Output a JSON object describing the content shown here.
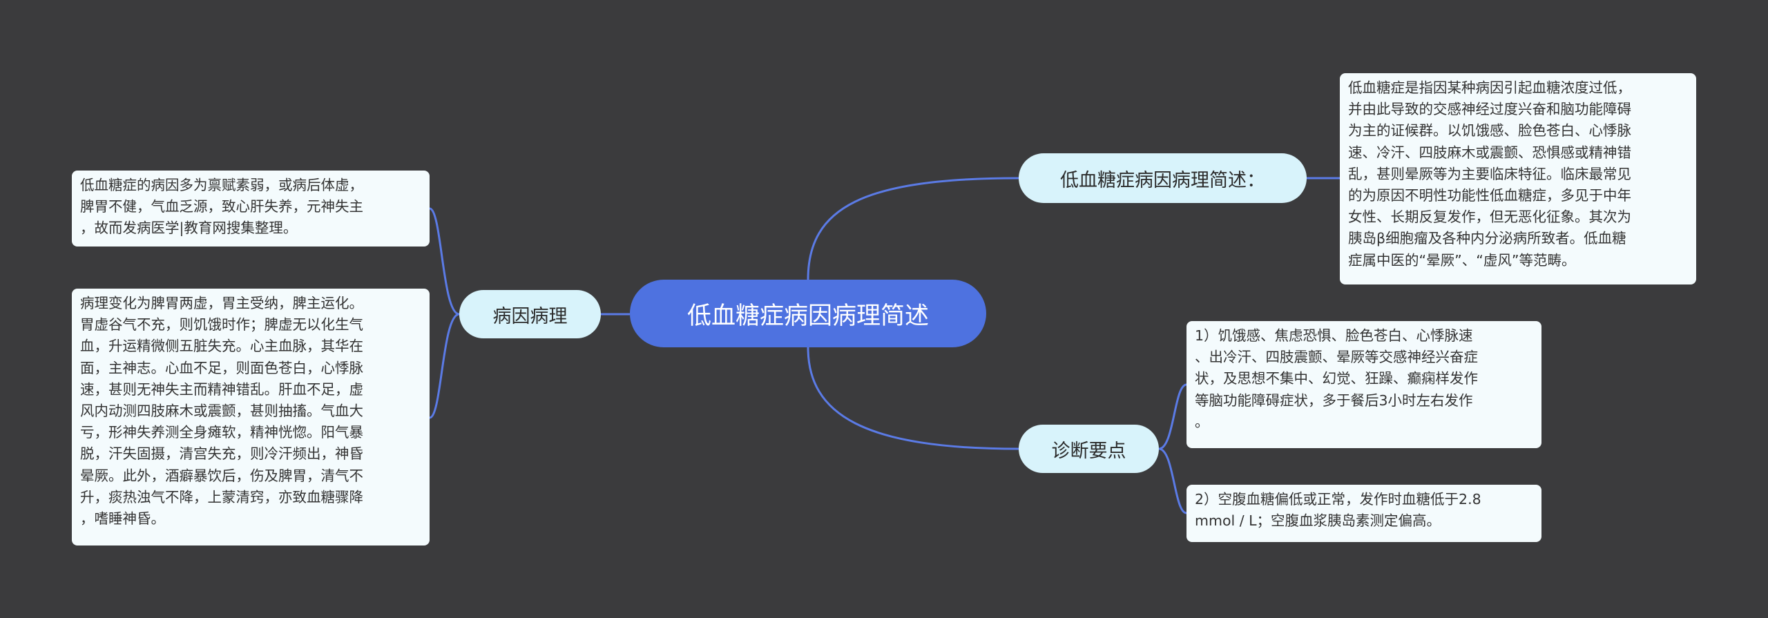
{
  "root": {
    "label": "低血糖症病因病理简述"
  },
  "branches": {
    "overview": {
      "label": "低血糖症病因病理简述：",
      "lines": [
        "低血糖症是指因某种病因引起血糖浓度过低，",
        "并由此导致的交感神经过度兴奋和脑功能障碍",
        "为主的证候群。以饥饿感、脸色苍白、心悸脉",
        "速、冷汗、四肢麻木或震颤、恐惧感或精神错",
        "乱，甚则晕厥等为主要临床特征。临床最常见",
        "的为原因不明性功能性低血糖症，多见于中年",
        "女性、长期反复发作，但无恶化征象。其次为",
        "胰岛β细胞瘤及各种内分泌病所致者。低血糖",
        "症属中医的“晕厥”、“虚风”等范畴。"
      ]
    },
    "etiology": {
      "label": "病因病理",
      "leaf1_lines": [
        "低血糖症的病因多为禀赋素弱，或病后体虚，",
        "脾胃不健，气血乏源，致心肝失养，元神失主",
        "，故而发病医学|教育网搜集整理。"
      ],
      "leaf2_lines": [
        "病理变化为脾胃两虚，胃主受纳，脾主运化。",
        "胃虚谷气不充，则饥饿时作；脾虚无以化生气",
        "血，升运精微侧五脏失充。心主血脉，其华在",
        "面，主神志。心血不足，则面色苍白，心悸脉",
        "速，甚则无神失主而精神错乱。肝血不足，虚",
        "风内动测四肢麻木或震颤，甚则抽搐。气血大",
        "亏，形神失养测全身瘫软，精神恍惚。阳气暴",
        "脱，汗失固摄，清宫失充，则冷汗频出，神昏",
        "晕厥。此外，酒癖暴饮后，伤及脾胃，清气不",
        "升，痰热浊气不降，上蒙清窍，亦致血糖骤降",
        "，嗜睡神昏。"
      ]
    },
    "diagnosis": {
      "label": "诊断要点",
      "leaf1_lines": [
        "1）饥饿感、焦虑恐惧、脸色苍白、心悸脉速",
        "、出冷汗、四肢震颤、晕厥等交感神经兴奋症",
        "状，及思想不集中、幻觉、狂躁、癫痫样发作",
        "等脑功能障碍症状，多于餐后3小时左右发作",
        "。"
      ],
      "leaf2_lines": [
        "2）空腹血糖偏低或正常，发作时血糖低于2.8",
        "mmol / L；空腹血浆胰岛素测定偏高。"
      ]
    }
  },
  "colors": {
    "background": "#3b3b3d",
    "root": "#4e72e0",
    "branch": "#d8f3fb",
    "leaf": "#f4fbfd",
    "connector": "#5b7be6"
  }
}
